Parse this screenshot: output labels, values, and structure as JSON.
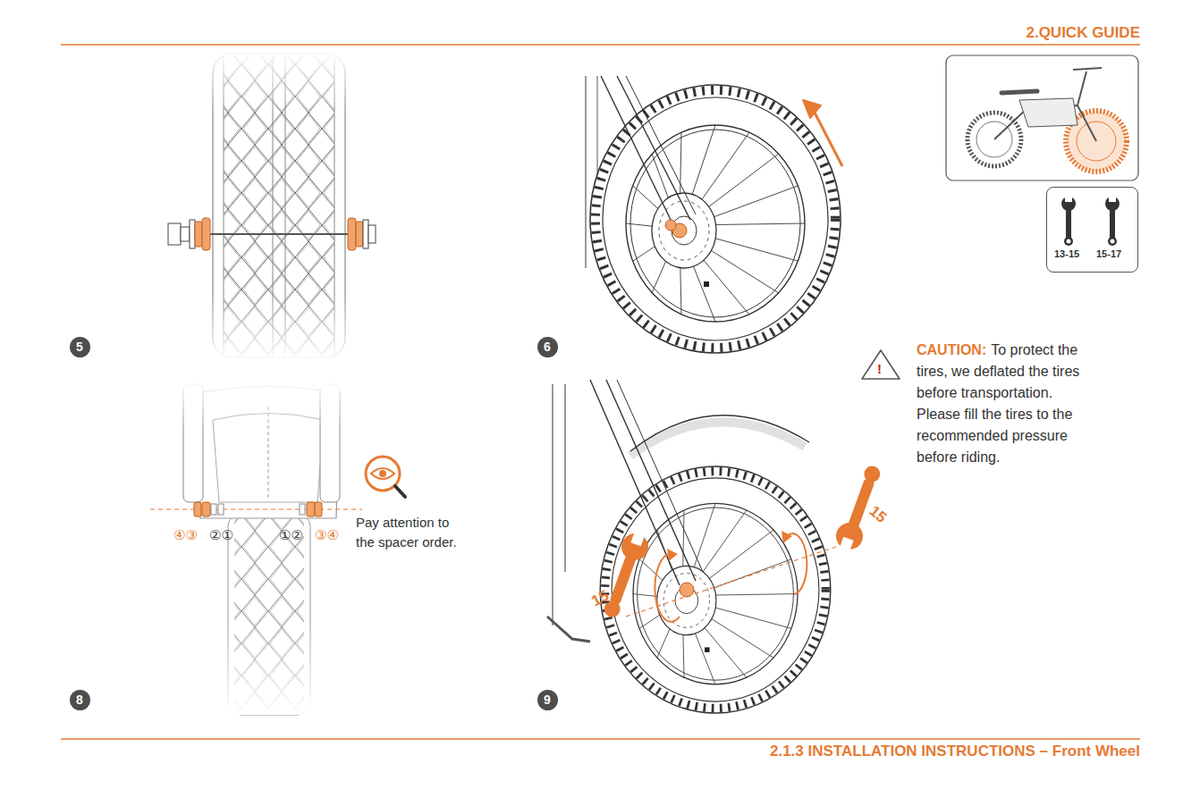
{
  "diagram": {
    "title": "2.QUICK GUIDE",
    "caption": "2.1.3 INSTALLATION INSTRUCTIONS – Front Wheel",
    "nodes": [
      {
        "text": [
          "5"
        ]
      },
      {
        "text": [
          "6"
        ]
      },
      {
        "text": [
          "13-15",
          "15-17"
        ]
      },
      {
        "text": [
          "8"
        ]
      },
      {
        "text": [
          "9"
        ]
      }
    ],
    "labels": [
      "Pay attention to the spacer order.",
      "④③",
      "②①",
      "①②",
      "③④",
      "15",
      "15",
      "!",
      "CAUTION:",
      "To protect the tires, we deflated the tires before transportation. Please fill the tires to the recommended pressure before riding."
    ]
  }
}
